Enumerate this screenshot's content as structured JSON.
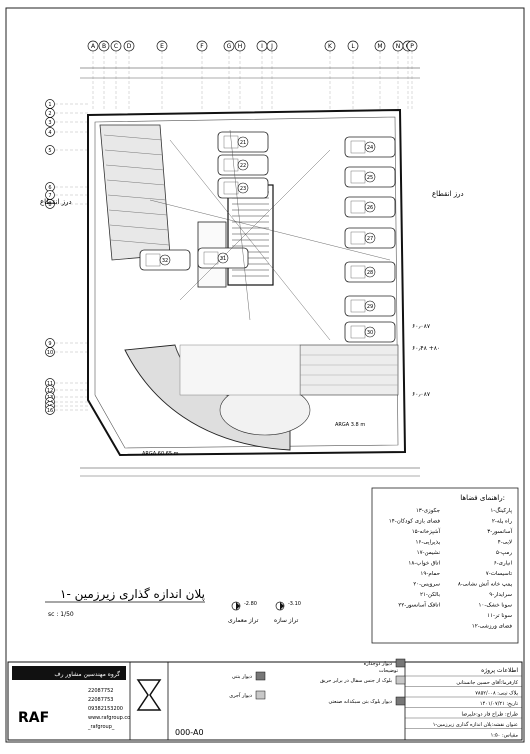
{
  "drawing": {
    "title": "پلان اندازه گذاری زیرزمین -۱",
    "scale": "sc : 1/50",
    "grid_letters": [
      "A",
      "B",
      "C",
      "D",
      "E",
      "F",
      "G",
      "H",
      "I",
      "J",
      "K",
      "L",
      "M",
      "N",
      "O",
      "P"
    ],
    "grid_numbers": [
      "1",
      "2",
      "3",
      "4",
      "5",
      "6",
      "7",
      "8",
      "9",
      "10",
      "11",
      "12",
      "13",
      "14",
      "15",
      "16"
    ],
    "parking_numbers": [
      "21",
      "22",
      "23",
      "24",
      "25",
      "26",
      "27",
      "28",
      "29",
      "30",
      "31",
      "32"
    ],
    "levels": [
      {
        "value": "-2.80",
        "label": "تراز معماری"
      },
      {
        "value": "-3.10",
        "label": "تراز سازه"
      }
    ],
    "side_label_left": "درز انقطاع",
    "side_label_right": "درز انقطاع",
    "elev_marks": [
      "۶۰٫۰۸۷",
      "۶۰٫۴۸ +۸۰",
      "۶۰٫۰۸۷"
    ],
    "ramp_label": "ARGA 60.65 m",
    "ramp_label2": "ARGA 3.8 m"
  },
  "legend": {
    "title": "راهنمای فضاها:",
    "items_right": [
      "۱-پارکینگ",
      "۲-راه پله",
      "۳-آسانسور",
      "۴-لابی",
      "۵-رمپ",
      "۶-انباری",
      "۷-تاسیسات",
      "۸-پمپ خانه آتش نشانی",
      "۹-سرایدار",
      "۱۰-سونا خشک",
      "۱۱-سونا تر",
      "۱۲-فضای ورزشی"
    ],
    "items_left": [
      "۱۳-جکوزی",
      "۱۴-فضای بازی کودکان",
      "۱۵-آشپزخانه",
      "۱۶-پذیرایی",
      "۱۷-نشیمن",
      "۱۸-اتاق خواب",
      "۱۹-حمام",
      "۲۰-سرویس",
      "۲۱-بالکن",
      "۲۲-اتاقک آسانسور"
    ]
  },
  "title_block": {
    "company": "گروه مهندسین مشاور رف",
    "logo_text": "RAF",
    "phones": [
      "22087752",
      "22087753",
      "09382153200"
    ],
    "web": "www.rafgroup.co",
    "insta": "_rafgroup_",
    "sheet_code": "000-A0",
    "materials": [
      "دیوار بتنی",
      "دیوار آجری",
      "دیوار دوجداره",
      "بلوک از جنس سفال در برابر حریق",
      "دیوار بلوک بتن سبکدانه صنعتی"
    ],
    "project_info_title": "اطلاعات پروژه",
    "project_rows": [
      "کارفرما:آقای حسین جانستانی",
      "پلاک ثبتی: ۷۸۵۲/۰۰۸",
      "تاریخ: ۱۴۰۱/۰۷/۲۱",
      "طراح: طراح فاز دو:علیرضا",
      "عنوان نقشه:پلان اندازه گذاری زیرزمین-۱",
      "مقیاس: ۱:۵۰"
    ],
    "check_label": "توضیحات"
  }
}
